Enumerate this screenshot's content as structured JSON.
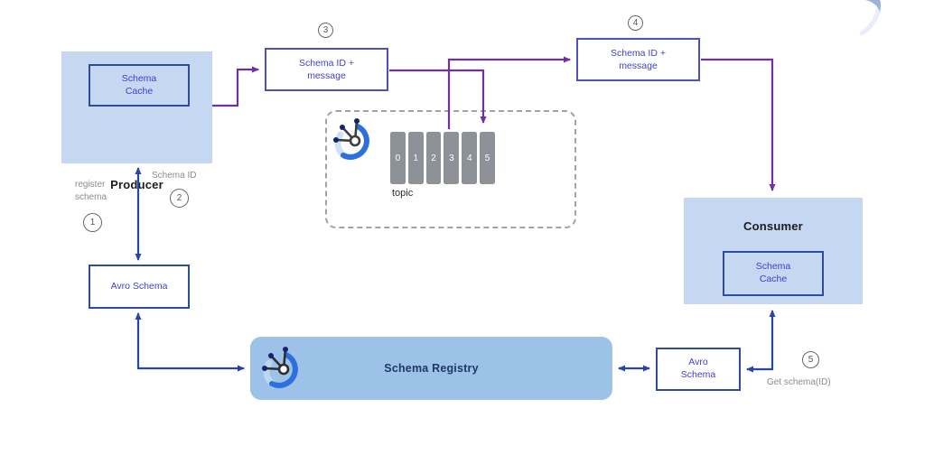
{
  "colors": {
    "panel_fill": "#c5d7f1",
    "panel_border": "#2e4b9e",
    "registry_fill": "#9cc2e8",
    "registry_text": "#1f3864",
    "box_border": "#4f4fc4",
    "box_text": "#3d3fd0",
    "purple_arrow": "#7030a0",
    "blue_arrow": "#2946a6",
    "gray_text": "#8c8c8c",
    "circle_border": "#666666",
    "partition_fill": "#8d9298",
    "dashed_border": "#a3a3a3"
  },
  "producer": {
    "label": "Producer",
    "cache": "Schema\nCache"
  },
  "consumer": {
    "label": "Consumer",
    "cache": "Schema\nCache"
  },
  "messages": {
    "producer_side": {
      "step": "3",
      "label": "Schema ID +\nmessage"
    },
    "consumer_side": {
      "step": "4",
      "label": "Schema ID +\nmessage"
    }
  },
  "topic": {
    "label": "topic",
    "partitions": [
      "0",
      "1",
      "2",
      "3",
      "4",
      "5"
    ]
  },
  "registry": {
    "label": "Schema Registry"
  },
  "avro_left": {
    "label": "Avro Schema"
  },
  "avro_right": {
    "label": "Avro\nSchema"
  },
  "steps": {
    "register": {
      "step": "1",
      "label": "register\nschema"
    },
    "schema_id": {
      "step": "2",
      "label": "Schema ID"
    },
    "get_schema": {
      "step": "5",
      "label": "Get schema(ID)"
    }
  },
  "icons": {
    "kafka_topic": "kafka-icon",
    "kafka_registry": "kafka-icon",
    "page_curl": "page-curl-decoration"
  }
}
